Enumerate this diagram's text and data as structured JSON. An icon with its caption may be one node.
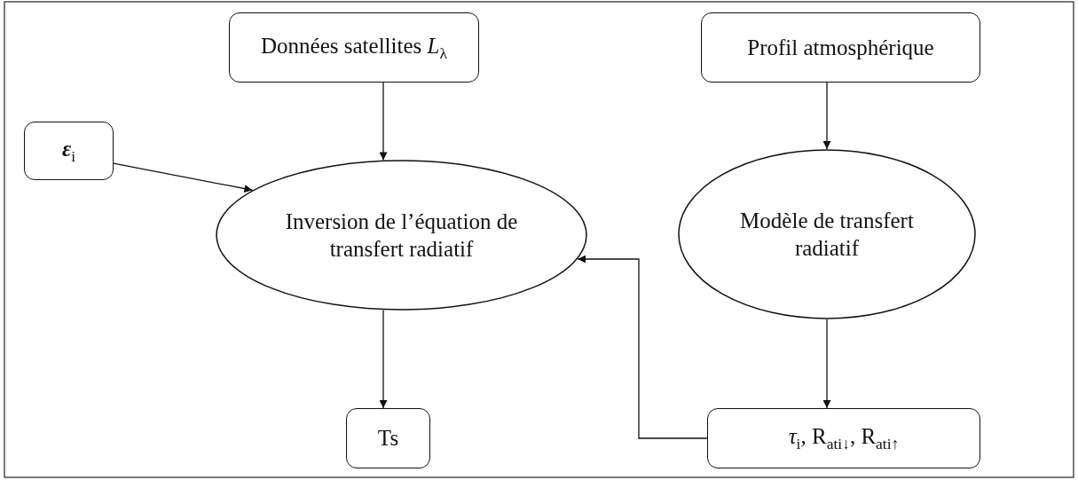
{
  "diagram": {
    "nodes": [
      {
        "text": [
          "Données satellites *L*$_{λ}$"
        ]
      },
      {
        "text": [
          "Profil atmosphérique"
        ]
      },
      {
        "text": [
          "**ε**$_{i}$"
        ]
      },
      {
        "text": [
          "Inversion de l’équation de transfert radiatif"
        ]
      },
      {
        "text": [
          "Modèle de transfert radiatif"
        ]
      },
      {
        "text": [
          "Ts"
        ]
      },
      {
        "text": [
          "*τ*$_{i}$, R$_{ati↓}$, R$_{ati↑}$"
        ]
      }
    ],
    "edges": [
      {
        "from": 0,
        "to": 3,
        "arrow": "to"
      },
      {
        "from": 2,
        "to": 3,
        "arrow": "to"
      },
      {
        "from": 1,
        "to": 4,
        "arrow": "to"
      },
      {
        "from": 6,
        "to": 3,
        "arrow": "to"
      },
      {
        "from": 3,
        "to": 5,
        "arrow": "to"
      },
      {
        "from": 4,
        "to": 6,
        "arrow": "to"
      }
    ]
  }
}
